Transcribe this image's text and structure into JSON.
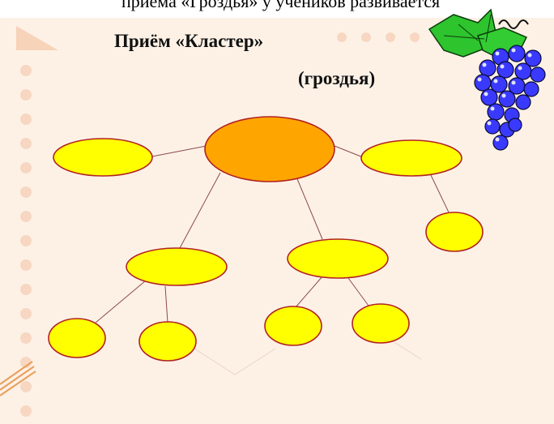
{
  "slide": {
    "top_cut_text": "приёма «Гроздья» у учеников развивается",
    "title": "Приём «Кластер»",
    "subtitle": "(гроздья)"
  },
  "icons": {
    "grapes": "grapes-clipart-icon",
    "corner": "triangle-decoration-icon"
  },
  "colors": {
    "background": "#fdf1e6",
    "dots": "#f7d7c2",
    "center_node": "#ffa500",
    "nodes": "#ffff00",
    "node_border": "#b22222",
    "leaves": "#22aa22",
    "grapes": "#3a3aff"
  }
}
